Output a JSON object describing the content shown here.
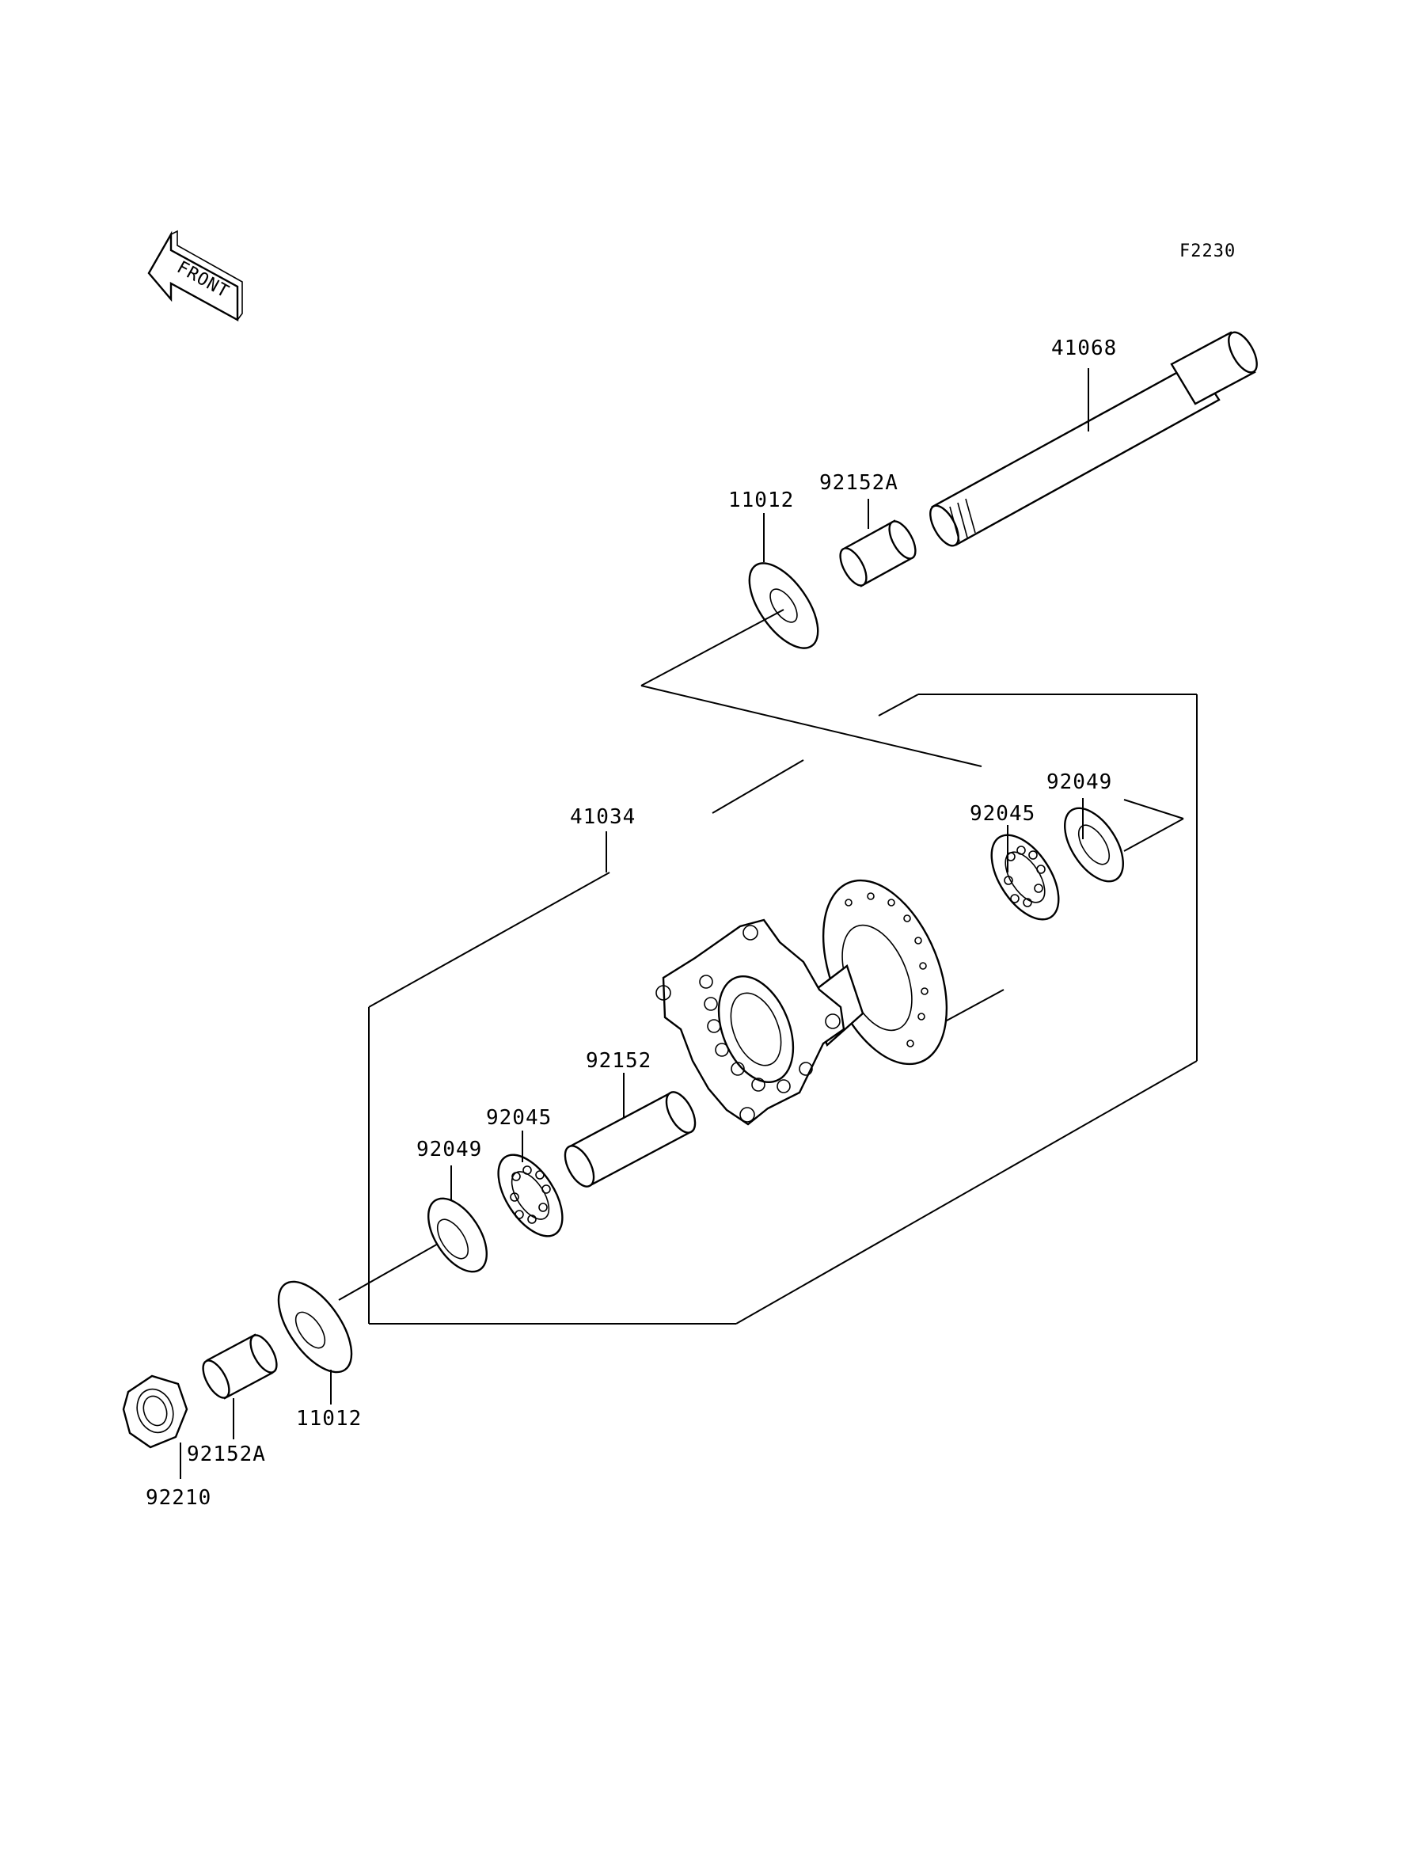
{
  "diagram": {
    "figure_code": "F2230",
    "front_arrow_text": "FRONT",
    "labels": {
      "axle": "41068",
      "collar_top": "92152A",
      "spacer_top": "11012",
      "bearing_top": "92045",
      "seal_top": "92049",
      "hub_assembly": "41034",
      "distance_collar": "92152",
      "bearing_bottom": "92045",
      "seal_bottom": "92049",
      "spacer_bottom": "11012",
      "collar_bottom": "92152A",
      "axle_nut": "92210"
    }
  }
}
